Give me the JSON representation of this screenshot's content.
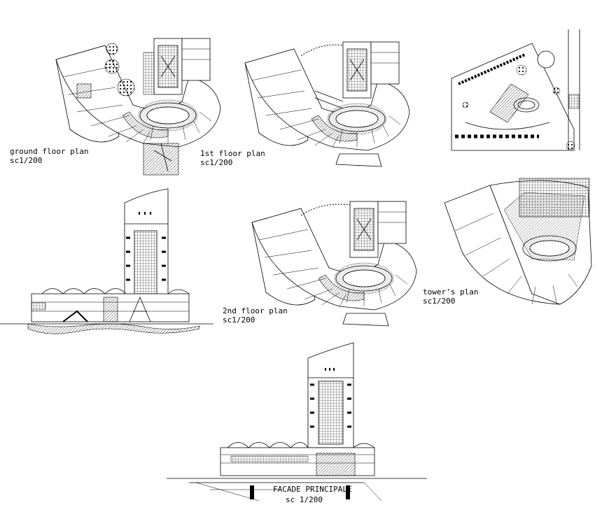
{
  "labels": {
    "ground_floor_title": "ground floor plan",
    "ground_floor_scale": "sc1/200",
    "first_floor_title": "1st floor plan",
    "first_floor_scale": "sc1/200",
    "second_floor_title": "2nd floor plan",
    "second_floor_scale": "sc1/200",
    "tower_title": "tower's plan",
    "tower_scale": "sc1/200",
    "facade_title": "FACADE PRINCIPALE",
    "facade_scale": "sc 1/200"
  },
  "colors": {
    "line": "#000000",
    "background": "#ffffff"
  }
}
